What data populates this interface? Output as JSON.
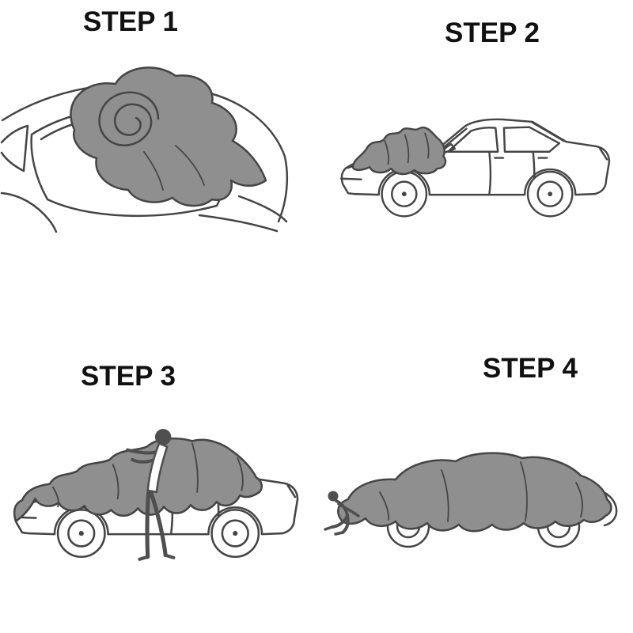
{
  "colors": {
    "cover": "#8f8f8f",
    "line": "#454545",
    "text": "#111111",
    "background": "#ffffff"
  },
  "steps": [
    {
      "label": "STEP 1",
      "illustration": "rolled-cover-on-rear-deck"
    },
    {
      "label": "STEP 2",
      "illustration": "cover-bundle-on-hood"
    },
    {
      "label": "STEP 3",
      "illustration": "person-unfolding-cover-over-car"
    },
    {
      "label": "STEP 4",
      "illustration": "car-fully-covered-person-securing-hem"
    }
  ]
}
